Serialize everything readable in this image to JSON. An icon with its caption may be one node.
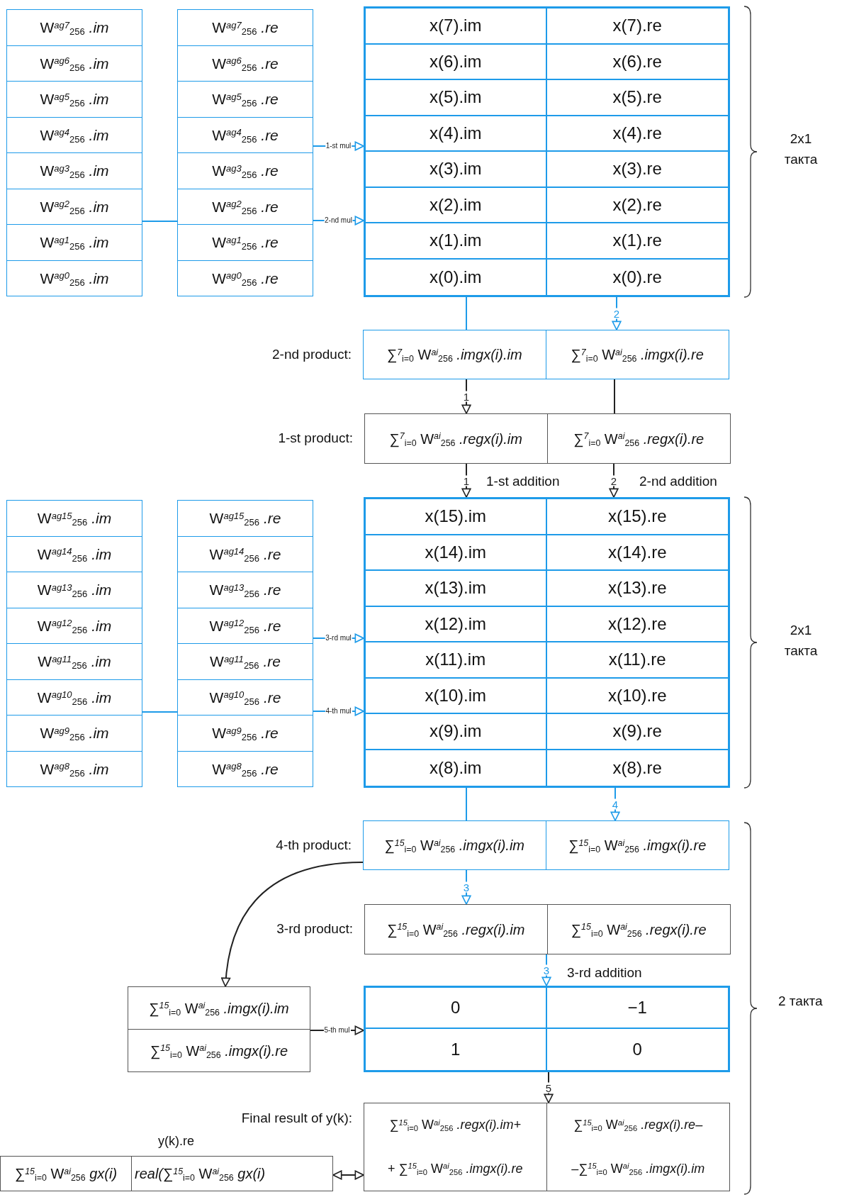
{
  "diagram": {
    "nodes": [
      {
        "text": [
          "W$^{ag7}$$_{256}$ *.im*",
          "W$^{ag6}$$_{256}$ *.im*",
          "W$^{ag5}$$_{256}$ *.im*",
          "W$^{ag4}$$_{256}$ *.im*",
          "W$^{ag3}$$_{256}$ *.im*",
          "W$^{ag2}$$_{256}$ *.im*",
          "W$^{ag1}$$_{256}$ *.im*",
          "W$^{ag0}$$_{256}$ *.im*"
        ]
      },
      {
        "text": [
          "W$^{ag7}$$_{256}$ *.re*",
          "W$^{ag6}$$_{256}$ *.re*",
          "W$^{ag5}$$_{256}$ *.re*",
          "W$^{ag4}$$_{256}$ *.re*",
          "W$^{ag3}$$_{256}$ *.re*",
          "W$^{ag2}$$_{256}$ *.re*",
          "W$^{ag1}$$_{256}$ *.re*",
          "W$^{ag0}$$_{256}$ *.re*"
        ]
      },
      {
        "text": [
          "x(7).im",
          "x(7).re",
          "x(6).im",
          "x(6).re",
          "x(5).im",
          "x(5).re",
          "x(4).im",
          "x(4).re",
          "x(3).im",
          "x(3).re",
          "x(2).im",
          "x(2).re",
          "x(1).im",
          "x(1).re",
          "x(0).im",
          "x(0).re"
        ]
      },
      {
        "text": [
          "2-nd product:",
          "∑$^{7}$$_{i=0}$ W$^{ai}$$_{256}$ *.imgx(i).im*",
          "∑$^{7}$$_{i=0}$ W$^{ai}$$_{256}$ *.imgx(i).re*"
        ]
      },
      {
        "text": [
          "1-st product:",
          "∑$^{7}$$_{i=0}$ W$^{ai}$$_{256}$ *.regx(i).im*",
          "∑$^{7}$$_{i=0}$ W$^{ai}$$_{256}$ *.regx(i).re*"
        ]
      },
      {
        "text": [
          "W$^{ag15}$$_{256}$ *.im*",
          "W$^{ag14}$$_{256}$ *.im*",
          "W$^{ag13}$$_{256}$ *.im*",
          "W$^{ag12}$$_{256}$ *.im*",
          "W$^{ag11}$$_{256}$ *.im*",
          "W$^{ag10}$$_{256}$ *.im*",
          "W$^{ag9}$$_{256}$ *.im*",
          "W$^{ag8}$$_{256}$ *.im*"
        ]
      },
      {
        "text": [
          "W$^{ag15}$$_{256}$ *.re*",
          "W$^{ag14}$$_{256}$ *.re*",
          "W$^{ag13}$$_{256}$ *.re*",
          "W$^{ag12}$$_{256}$ *.re*",
          "W$^{ag11}$$_{256}$ *.re*",
          "W$^{ag10}$$_{256}$ *.re*",
          "W$^{ag9}$$_{256}$ *.re*",
          "W$^{ag8}$$_{256}$ *.re*"
        ]
      },
      {
        "text": [
          "x(15).im",
          "x(15).re",
          "x(14).im",
          "x(14).re",
          "x(13).im",
          "x(13).re",
          "x(12).im",
          "x(12).re",
          "x(11).im",
          "x(11).re",
          "x(10).im",
          "x(10).re",
          "x(9).im",
          "x(9).re",
          "x(8).im",
          "x(8).re"
        ]
      },
      {
        "text": [
          "4-th product:",
          "∑$^{15}$$_{i=0}$ W$^{ai}$$_{256}$ *.imgx(i).im*",
          "∑$^{15}$$_{i=0}$ W$^{ai}$$_{256}$ *.imgx(i).re*"
        ]
      },
      {
        "text": [
          "3-rd product:",
          "∑$^{15}$$_{i=0}$ W$^{ai}$$_{256}$ *.regx(i).im*",
          "∑$^{15}$$_{i=0}$ W$^{ai}$$_{256}$ *.regx(i).re*"
        ]
      },
      {
        "text": [
          "∑$^{15}$$_{i=0}$ W$^{ai}$$_{256}$ *.imgx(i).im*",
          "∑$^{15}$$_{i=0}$ W$^{ai}$$_{256}$ *.imgx(i).re*"
        ]
      },
      {
        "text": [
          "0",
          "−1",
          "1",
          "0"
        ]
      },
      {
        "text": [
          "Final result of y(k):",
          "∑$^{15}$$_{i=0}$ W$^{ai}$$_{256}$ *.regx(i).im+*",
          "∑$^{15}$$_{i=0}$ W$^{ai}$$_{256}$ *.regx(i).re–*",
          "+ ∑$^{15}$$_{i=0}$ W$^{ai}$$_{256}$ *.imgx(i).re*",
          "–∑$^{15}$$_{i=0}$ W$^{ai}$$_{256}$ *.imgx(i).im*"
        ]
      },
      {
        "text": [
          "∑$^{15}$$_{i=0}$ W$^{ai}$$_{256}$ *gx(i)*",
          "*real(*∑$^{15}$$_{i=0}$ W$^{ai}$$_{256}$ *gx(i)*"
        ],
        "beside": [
          "y(k).re"
        ]
      }
    ],
    "edges": [
      {
        "from": 0,
        "to": 1,
        "arrow": "none"
      },
      {
        "from": 1,
        "to": 2,
        "arrow": "to",
        "label": "1-st mul"
      },
      {
        "from": 1,
        "to": 2,
        "arrow": "to",
        "label": "2-nd mul"
      },
      {
        "from": 2,
        "to": 3,
        "arrow": "none"
      },
      {
        "from": 2,
        "to": 3,
        "arrow": "to",
        "label": "2"
      },
      {
        "from": 3,
        "to": 4,
        "arrow": "to",
        "label": "1",
        "color": "#222222"
      },
      {
        "from": 3,
        "to": 4,
        "arrow": "none",
        "color": "#222222"
      },
      {
        "from": 4,
        "to": 7,
        "arrow": "to",
        "label": "1",
        "color": "#222222"
      },
      {
        "from": 4,
        "to": 7,
        "arrow": "to",
        "label": "2",
        "color": "#222222"
      },
      {
        "from": 5,
        "to": 6,
        "arrow": "none"
      },
      {
        "from": 6,
        "to": 7,
        "arrow": "to",
        "label": "3-rd mul"
      },
      {
        "from": 6,
        "to": 7,
        "arrow": "to",
        "label": "4-th mul"
      },
      {
        "from": 7,
        "to": 8,
        "arrow": "none"
      },
      {
        "from": 7,
        "to": 8,
        "arrow": "to",
        "label": "4"
      },
      {
        "from": 8,
        "to": 9,
        "arrow": "to",
        "label": "3"
      },
      {
        "from": 8,
        "to": 10,
        "arrow": "to",
        "color": "#222222"
      },
      {
        "from": 9,
        "to": 11,
        "arrow": "to",
        "label": "3"
      },
      {
        "from": 10,
        "to": 11,
        "arrow": "to",
        "label": "5-th mul",
        "color": "#222222"
      },
      {
        "from": 11,
        "to": 12,
        "arrow": "to",
        "label": "5",
        "color": "#222222"
      },
      {
        "from": 12,
        "to": 13,
        "arrow": "both",
        "color": "#222222"
      }
    ],
    "labels": [
      "2x1 такта",
      "1-st addition",
      "2-nd addition",
      "2x1 такта",
      "3-rd addition",
      "2 такта"
    ]
  }
}
